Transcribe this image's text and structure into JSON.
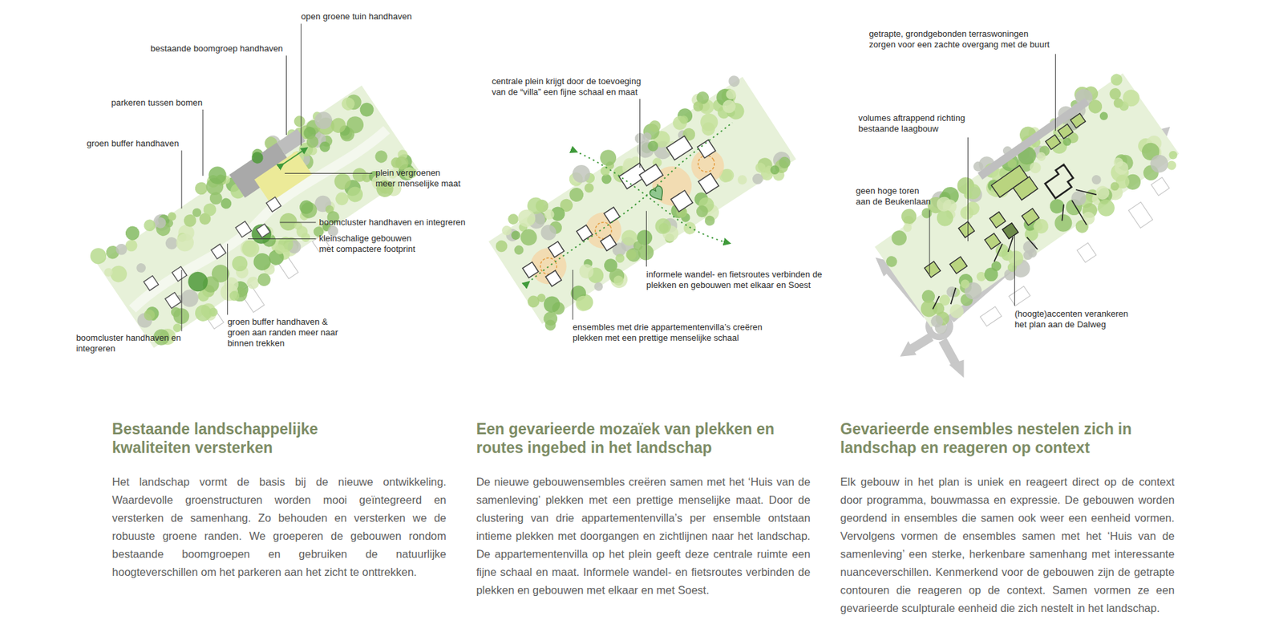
{
  "diagram": {
    "labels": [
      "open groene tuin handhaven",
      "bestaande boomgroep handhaven",
      "parkeren tussen bomen",
      "groen buffer handhaven",
      "plein vergroenen meer menselijke maat",
      "boomcluster handhaven en integreren",
      "kleinschalige gebouwen met compactere footprint",
      "groen buffer handhaven & groen aan randen meer naar binnen trekken",
      "boomcluster handhaven en integreren",
      "centrale plein krijgt door de toevoeging van de “villa” een fijne schaal en maat",
      "informele wandel- en fietsroutes verbinden de plekken en gebouwen met elkaar en Soest",
      "ensembles met drie appartementenvilla’s creëren plekken met een prettige menselijke schaal",
      "getrapte, grondgebonden terraswoningen zorgen voor een zachte overgang met de buurt",
      "volumes aftrappend richting bestaande laagbouw",
      "geen hoge toren aan de Beukenlaan",
      "(hoogte)accenten verankeren het plan aan de Dalweg",
      "Bestaande landschappelijke kwaliteiten versterken",
      "Het landschap vormt de basis bij de nieuwe ontwikkeling. Waardevolle groenstructuren worden mooi geïntegreerd en versterken de samenhang. Zo behouden en versterken we de robuuste groene randen. We groeperen de gebouwen rondom bestaande boomgroepen en gebruiken de natuurlijke hoogteverschillen om het parkeren aan het zicht te onttrekken.",
      "Een gevarieerde mozaïek van plekken en routes ingebed in het landschap",
      "De nieuwe gebouwensembles creëren samen met het ‘Huis van de samenleving’ plekken met een prettige menselijke maat. Door de clustering van drie appartementenvilla’s per ensemble ontstaan intieme plekken met doorgangen en zichtlijnen naar het landschap. De appartementenvilla op het plein geeft deze centrale ruimte een fijne schaal en maat. Informele wandel- en fietsroutes verbinden de plekken en gebouwen met elkaar en met Soest.",
      "Gevarieerde ensembles nestelen zich in landschap en reageren op context",
      "Elk gebouw in het plan is uniek en reageert direct op de context door programma, bouwmassa en expressie. De gebouwen worden geordend in ensembles die samen ook weer een eenheid vormen. Vervolgens vormen de ensembles samen met het ‘Huis van de samenleving’ een sterke, herkenbare samenhang met interessante nuanceverschillen. Kenmerkend voor de gebouwen zijn de getrapte contouren die reageren op de context. Samen vormen ze een gevarieerde sculpturale eenheid die zich nestelt in het landschap."
    ]
  }
}
